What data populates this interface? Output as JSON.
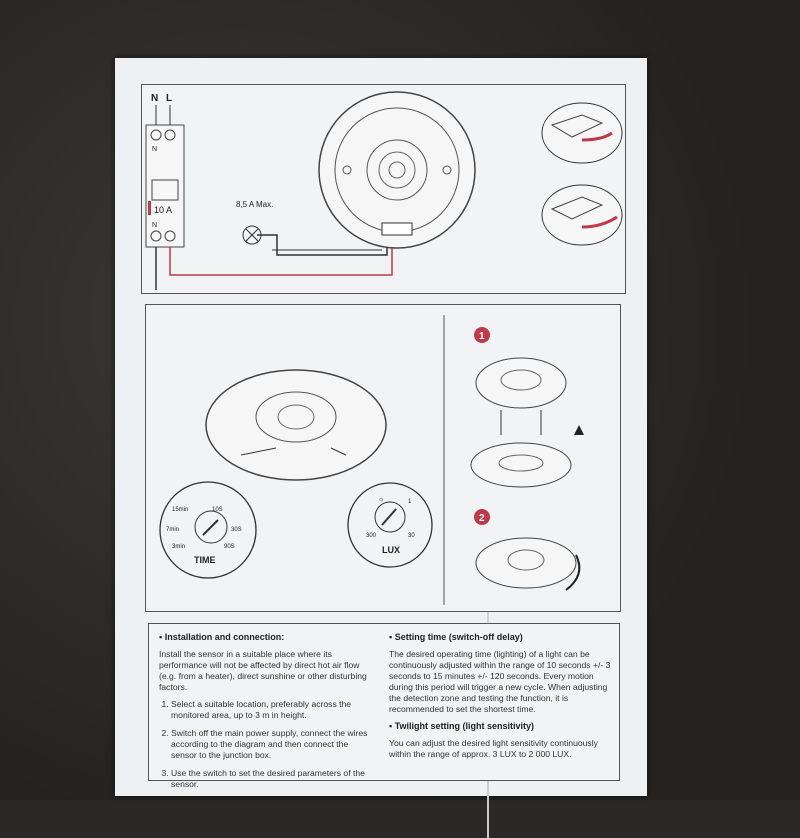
{
  "wiring": {
    "n_label": "N",
    "l_label": "L",
    "breaker_n_top": "N",
    "breaker_rating": "10 A",
    "breaker_n_bottom": "N",
    "lamp_max": "8,5 A Max."
  },
  "adjust": {
    "step1": "1",
    "step2": "2",
    "time": {
      "label": "TIME",
      "ticks": [
        "15min",
        "10S",
        "7min",
        "30S",
        "3min",
        "90S"
      ]
    },
    "lux": {
      "label": "LUX",
      "ticks": [
        "1",
        "300",
        "30"
      ]
    }
  },
  "installation": {
    "heading": "Installation and connection:",
    "intro": "Install the sensor in a suitable place where its performance will not be affected by direct hot air flow (e.g. from a heater), direct sunshine or other disturbing factors.",
    "steps": [
      "Select a suitable location, preferably across the monitored area, up to 3 m in height.",
      "Switch off the main power supply, connect the wires according to the diagram and then connect the sensor to the junction box.",
      "Use the switch to set the desired parameters of the sensor."
    ]
  },
  "time_setting": {
    "heading": "Setting time (switch-off delay)",
    "body": "The desired operating time (lighting) of a light can be continuously adjusted within the range of 10 seconds +/- 3 seconds to 15 minutes +/- 120 seconds. Every motion during this period will trigger a new cycle. When adjusting the detection zone and testing the function, it is recommended to set the shortest time."
  },
  "twilight": {
    "heading": "Twilight setting (light sensitivity)",
    "body": "You can adjust the desired light sensitivity continuously within the range of approx. 3 LUX to 2 000 LUX."
  },
  "colors": {
    "accent": "#c0394a",
    "wire_red": "#c0394a"
  }
}
